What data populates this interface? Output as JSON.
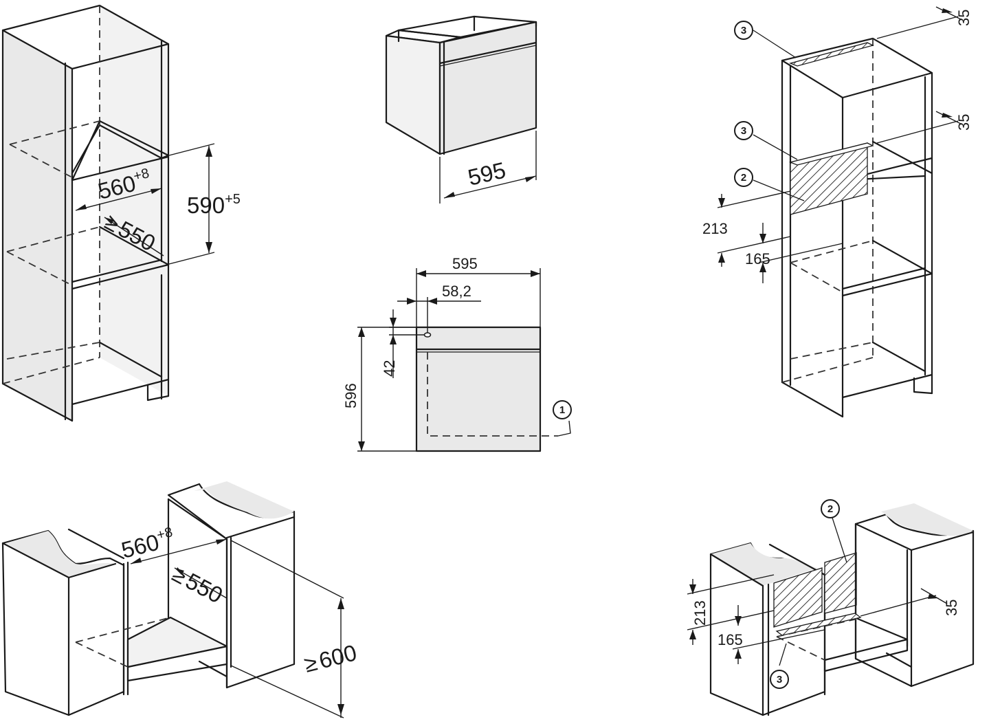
{
  "dimensions": {
    "tall_width": "560",
    "tall_width_tol": "+8",
    "tall_depth_prefix": "≥",
    "tall_depth": "550",
    "tall_height": "590",
    "tall_height_tol": "+5",
    "oven_width": "595",
    "front_width": "595",
    "front_offset": "58,2",
    "front_height": "596",
    "front_top": "42",
    "under_width": "560",
    "under_width_tol": "+8",
    "under_depth_prefix": "≥",
    "under_depth": "550",
    "under_height_prefix": "≥",
    "under_height": "600",
    "vent_depth_1": "35",
    "vent_depth_2": "35",
    "vent_depth_3": "35",
    "tall_vent_height": "213",
    "tall_vent_lower": "165",
    "under_vent_height": "213",
    "under_vent_lower": "165"
  },
  "callouts": {
    "c1": "1",
    "c2": "2",
    "c3": "3"
  },
  "colors": {
    "line": "#1a1a1a",
    "panel_fill": "#e9e9e9",
    "background": "#ffffff"
  }
}
